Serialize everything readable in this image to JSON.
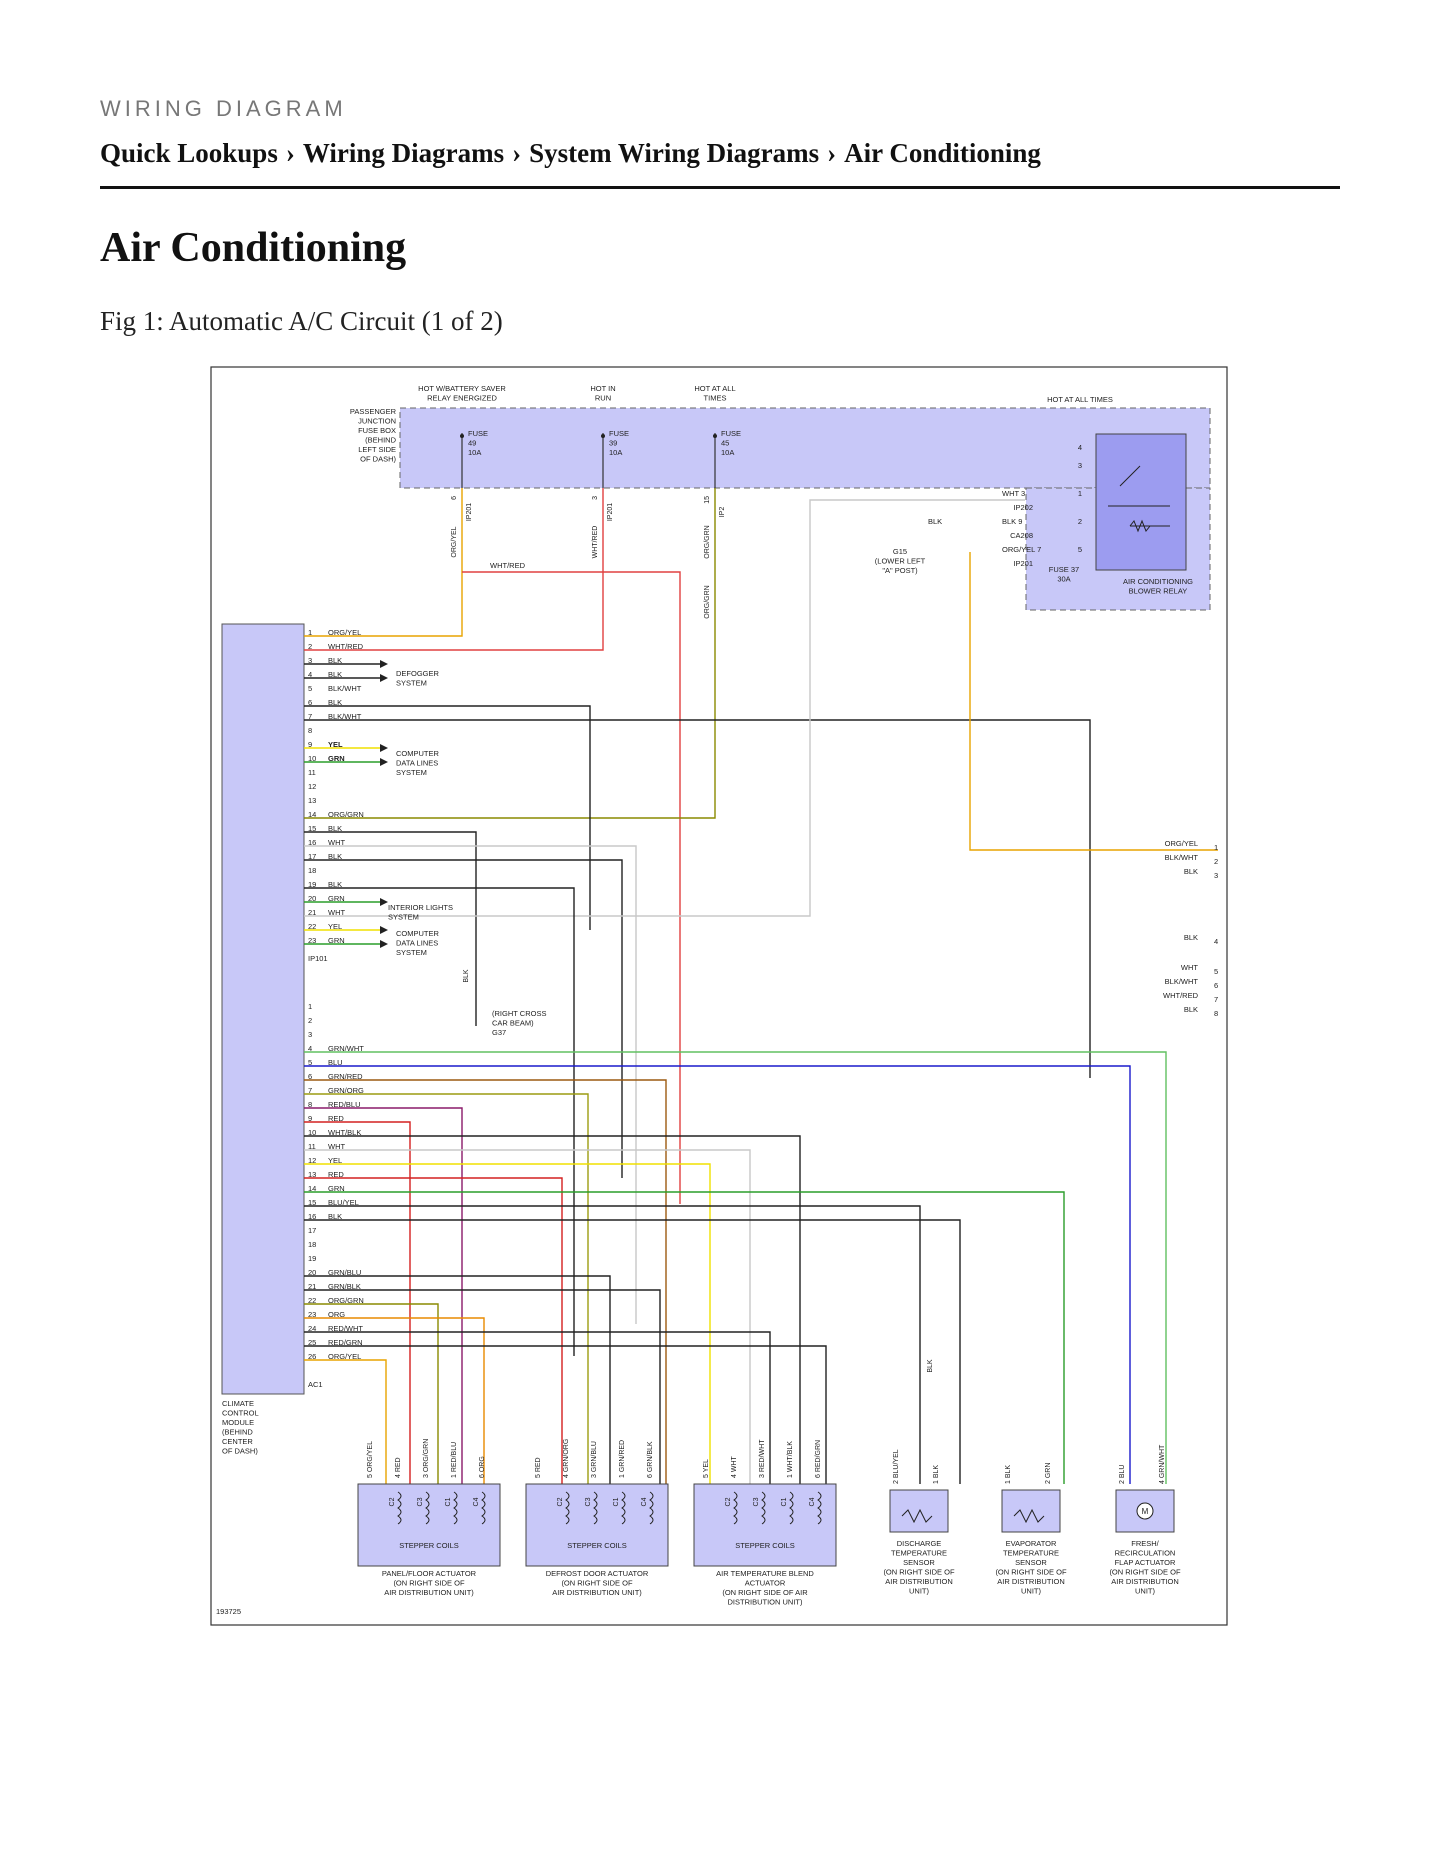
{
  "header": {
    "section": "WIRING DIAGRAM",
    "breadcrumb": [
      "Quick Lookups",
      "Wiring Diagrams",
      "System Wiring Diagrams",
      "Air Conditioning"
    ],
    "separator": "›"
  },
  "page_title": "Air Conditioning",
  "figure": {
    "caption": "Fig 1: Automatic A/C Circuit (1 of 2)",
    "figure_number": "193725",
    "fuse_box": {
      "label": [
        "PASSENGER",
        "JUNCTION",
        "FUSE BOX",
        "(BEHIND",
        "LEFT SIDE",
        "OF DASH)"
      ],
      "columns": [
        {
          "heading": [
            "HOT W/BATTERY SAVER",
            "RELAY ENERGIZED"
          ],
          "fuse": [
            "FUSE",
            "49",
            "10A"
          ],
          "pin": "6",
          "connector": "IP201",
          "wire": "ORG/YEL"
        },
        {
          "heading": [
            "HOT IN",
            "RUN"
          ],
          "fuse": [
            "FUSE",
            "39",
            "10A"
          ],
          "pin": "3",
          "connector": "IP201",
          "wire": "WHT/RED"
        },
        {
          "heading": [
            "HOT AT ALL",
            "TIMES"
          ],
          "fuse": [
            "FUSE",
            "45",
            "10A"
          ],
          "pin": "15",
          "connector": "IP2",
          "wire": "ORG/GRN"
        }
      ],
      "splice_wire": "WHT/RED",
      "splice_wire_2": "ORG/GRN"
    },
    "relay": {
      "heading": "HOT AT ALL TIMES",
      "name": [
        "AIR CONDITIONING",
        "BLOWER RELAY"
      ],
      "fuse": [
        "FUSE 37",
        "30A"
      ],
      "pins": [
        "4",
        "3",
        "1",
        "2",
        "5"
      ],
      "wires": [
        {
          "color": "WHT",
          "pin": "3",
          "connector": "IP202"
        },
        {
          "color": "BLK",
          "pin": "9",
          "connector": "CA208"
        },
        {
          "color": "ORG/YEL",
          "pin": "7",
          "connector": "IP201"
        }
      ],
      "ground_wire": "BLK",
      "ground": [
        "G15",
        "(LOWER LEFT",
        "\"A\" POST)"
      ]
    },
    "module": {
      "name": [
        "CLIMATE",
        "CONTROL",
        "MODULE",
        "(BEHIND",
        "CENTER",
        "OF DASH)"
      ],
      "ip101_label": "IP101",
      "ac1_label": "AC1",
      "ip101_pins": [
        {
          "pin": "1",
          "wire": "ORG/YEL"
        },
        {
          "pin": "2",
          "wire": "WHT/RED"
        },
        {
          "pin": "3",
          "wire": "BLK"
        },
        {
          "pin": "4",
          "wire": "BLK"
        },
        {
          "pin": "5",
          "wire": "BLK/WHT"
        },
        {
          "pin": "6",
          "wire": "BLK"
        },
        {
          "pin": "7",
          "wire": "BLK/WHT"
        },
        {
          "pin": "8",
          "wire": ""
        },
        {
          "pin": "9",
          "wire": "YEL"
        },
        {
          "pin": "10",
          "wire": "GRN"
        },
        {
          "pin": "11",
          "wire": ""
        },
        {
          "pin": "12",
          "wire": ""
        },
        {
          "pin": "13",
          "wire": ""
        },
        {
          "pin": "14",
          "wire": "ORG/GRN"
        },
        {
          "pin": "15",
          "wire": "BLK"
        },
        {
          "pin": "16",
          "wire": "WHT"
        },
        {
          "pin": "17",
          "wire": "BLK"
        },
        {
          "pin": "18",
          "wire": ""
        },
        {
          "pin": "19",
          "wire": "BLK"
        },
        {
          "pin": "20",
          "wire": "GRN"
        },
        {
          "pin": "21",
          "wire": "WHT"
        },
        {
          "pin": "22",
          "wire": "YEL"
        },
        {
          "pin": "23",
          "wire": "GRN"
        }
      ],
      "ac1_pins": [
        {
          "pin": "1",
          "wire": ""
        },
        {
          "pin": "2",
          "wire": ""
        },
        {
          "pin": "3",
          "wire": ""
        },
        {
          "pin": "4",
          "wire": "GRN/WHT"
        },
        {
          "pin": "5",
          "wire": "BLU"
        },
        {
          "pin": "6",
          "wire": "GRN/RED"
        },
        {
          "pin": "7",
          "wire": "GRN/ORG"
        },
        {
          "pin": "8",
          "wire": "RED/BLU"
        },
        {
          "pin": "9",
          "wire": "RED"
        },
        {
          "pin": "10",
          "wire": "WHT/BLK"
        },
        {
          "pin": "11",
          "wire": "WHT"
        },
        {
          "pin": "12",
          "wire": "YEL"
        },
        {
          "pin": "13",
          "wire": "RED"
        },
        {
          "pin": "14",
          "wire": "GRN"
        },
        {
          "pin": "15",
          "wire": "BLU/YEL"
        },
        {
          "pin": "16",
          "wire": "BLK"
        },
        {
          "pin": "17",
          "wire": ""
        },
        {
          "pin": "18",
          "wire": ""
        },
        {
          "pin": "19",
          "wire": ""
        },
        {
          "pin": "20",
          "wire": "GRN/BLU"
        },
        {
          "pin": "21",
          "wire": "GRN/BLK"
        },
        {
          "pin": "22",
          "wire": "ORG/GRN"
        },
        {
          "pin": "23",
          "wire": "ORG"
        },
        {
          "pin": "24",
          "wire": "RED/WHT"
        },
        {
          "pin": "25",
          "wire": "RED/GRN"
        },
        {
          "pin": "26",
          "wire": "ORG/YEL"
        }
      ]
    },
    "systems": {
      "defogger": [
        "DEFOGGER",
        "SYSTEM"
      ],
      "data_lines": [
        "COMPUTER",
        "DATA LINES",
        "SYSTEM"
      ],
      "interior_lights": [
        "INTERIOR LIGHTS",
        "SYSTEM"
      ]
    },
    "ground_g37": {
      "wire": "BLK",
      "label": [
        "(RIGHT CROSS",
        "CAR BEAM)",
        "G37"
      ]
    },
    "blower_motor_pins": [
      {
        "pin": "1",
        "wire": "ORG/YEL"
      },
      {
        "pin": "2",
        "wire": "BLK/WHT"
      },
      {
        "pin": "3",
        "wire": "BLK"
      },
      {
        "pin": "4",
        "wire": "BLK"
      },
      {
        "pin": "5",
        "wire": "WHT"
      },
      {
        "pin": "6",
        "wire": "BLK/WHT"
      },
      {
        "pin": "7",
        "wire": "WHT/RED"
      },
      {
        "pin": "8",
        "wire": "BLK"
      }
    ],
    "actuators": [
      {
        "name": [
          "PANEL/FLOOR ACTUATOR",
          "(ON RIGHT SIDE OF",
          "AIR DISTRIBUTION UNIT)"
        ],
        "coils": "STEPPER COILS",
        "pins": [
          {
            "pin": "5",
            "wire": "ORG/YEL"
          },
          {
            "pin": "4",
            "wire": "RED"
          },
          {
            "pin": "3",
            "wire": "ORG/GRN"
          },
          {
            "pin": "1",
            "wire": "RED/BLU"
          },
          {
            "pin": "6",
            "wire": "ORG"
          }
        ]
      },
      {
        "name": [
          "DEFROST DOOR ACTUATOR",
          "(ON RIGHT SIDE OF",
          "AIR DISTRIBUTION UNIT)"
        ],
        "coils": "STEPPER COILS",
        "pins": [
          {
            "pin": "5",
            "wire": "RED"
          },
          {
            "pin": "4",
            "wire": "GRN/ORG"
          },
          {
            "pin": "3",
            "wire": "GRN/BLU"
          },
          {
            "pin": "1",
            "wire": "GRN/RED"
          },
          {
            "pin": "6",
            "wire": "GRN/BLK"
          }
        ]
      },
      {
        "name": [
          "AIR TEMPERATURE BLEND",
          "ACTUATOR",
          "(ON RIGHT SIDE OF AIR",
          "DISTRIBUTION UNIT)"
        ],
        "coils": "STEPPER COILS",
        "pins": [
          {
            "pin": "5",
            "wire": "YEL"
          },
          {
            "pin": "4",
            "wire": "WHT"
          },
          {
            "pin": "3",
            "wire": "RED/WHT"
          },
          {
            "pin": "1",
            "wire": "WHT/BLK"
          },
          {
            "pin": "6",
            "wire": "RED/GRN"
          }
        ]
      }
    ],
    "coil_labels": [
      "C2",
      "C3",
      "C1",
      "C4"
    ],
    "sensors": [
      {
        "name": [
          "DISCHARGE",
          "TEMPERATURE",
          "SENSOR",
          "(ON RIGHT SIDE OF",
          "AIR DISTRIBUTION",
          "UNIT)"
        ],
        "pins": [
          {
            "pin": "2",
            "wire": "BLU/YEL"
          },
          {
            "pin": "1",
            "wire": "BLK"
          }
        ]
      },
      {
        "name": [
          "EVAPORATOR",
          "TEMPERATURE",
          "SENSOR",
          "(ON RIGHT SIDE OF",
          "AIR DISTRIBUTION",
          "UNIT)"
        ],
        "pins": [
          {
            "pin": "1",
            "wire": "BLK"
          },
          {
            "pin": "2",
            "wire": "GRN"
          }
        ]
      },
      {
        "name": [
          "FRESH/",
          "RECIRCULATION",
          "FLAP ACTUATOR",
          "(ON RIGHT SIDE OF",
          "AIR DISTRIBUTION",
          "UNIT)"
        ],
        "pins": [
          {
            "pin": "2",
            "wire": "BLU"
          },
          {
            "pin": "4",
            "wire": "GRN/WHT"
          }
        ]
      }
    ],
    "sensor_ground_wire": "BLK",
    "motor_symbol": "M",
    "colors": {
      "panel_fill": "#c8c8f8",
      "panel_fill_dark": "#9c9cf0",
      "ORG/YEL": "#e8a400",
      "WHT/RED": "#e04040",
      "ORG/GRN": "#8a8a00",
      "BLK": "#222222",
      "WHT": "#c8c8c8",
      "YEL": "#f0e000",
      "GRN": "#2a9d2a",
      "BLU": "#1a1acc",
      "RED": "#d42020",
      "RED/BLU": "#8a1a6a",
      "GRN/RED": "#9c5a10",
      "GRN/ORG": "#9c9c10",
      "ORG": "#e88a00",
      "GRN/WHT": "#60c060"
    }
  }
}
